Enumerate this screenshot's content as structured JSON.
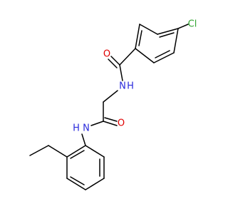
{
  "molecule": {
    "atoms": {
      "cl": "Cl",
      "o_carbonyl_top": "O",
      "n_top": "N",
      "h_top": "H",
      "o_carbonyl_mid": "O",
      "n_bottom": "N",
      "h_bottom": "H"
    },
    "colors": {
      "bond": "#000000",
      "chlorine": "#32a532",
      "oxygen": "#e00000",
      "nitrogen": "#2a2adc"
    }
  }
}
